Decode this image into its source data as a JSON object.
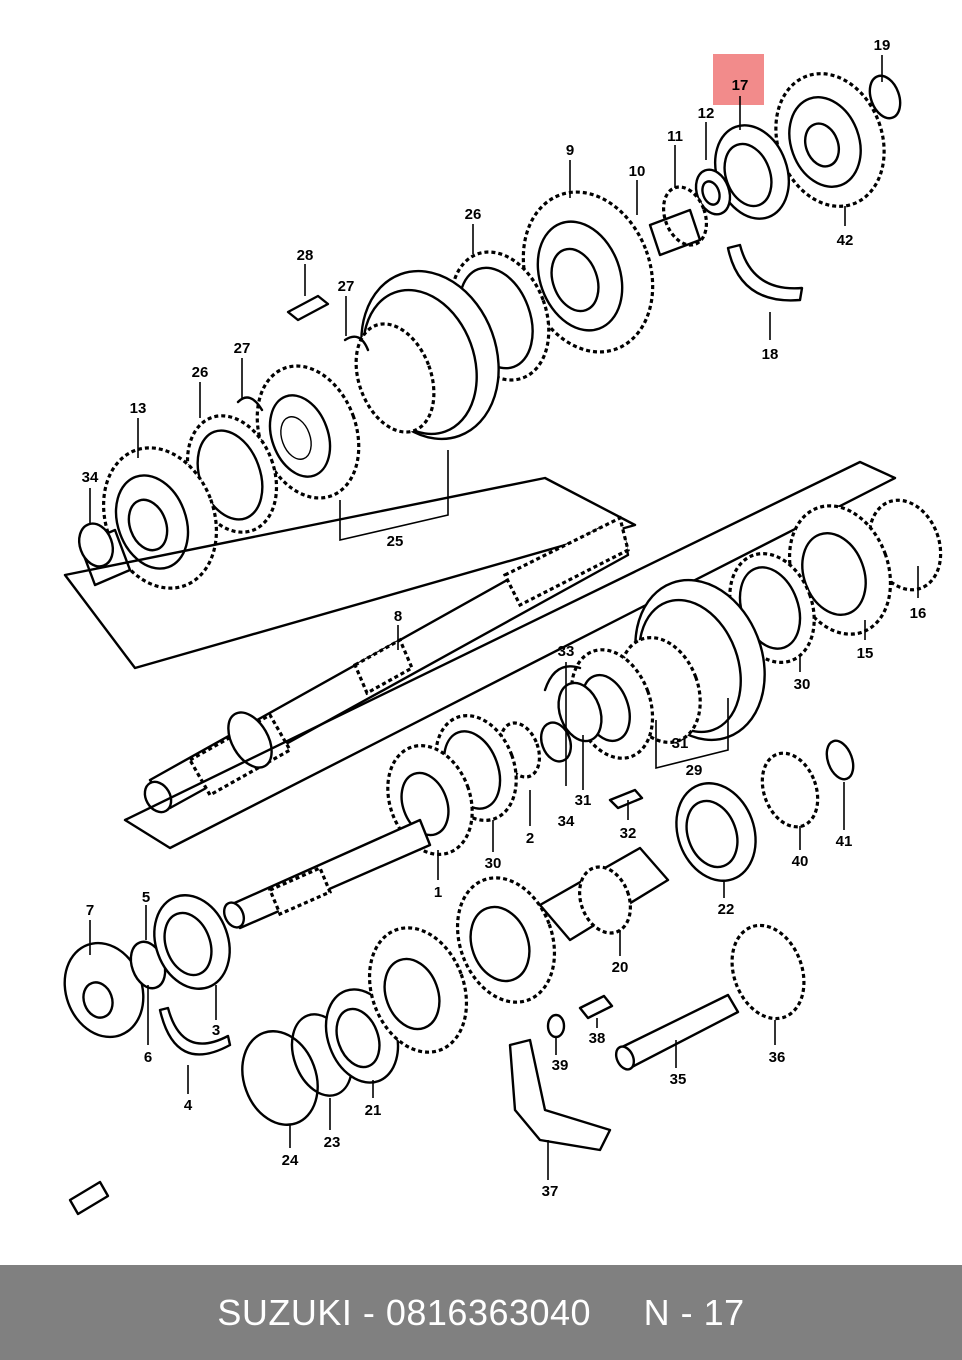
{
  "diagram": {
    "highlight_color": "#f28b8b",
    "highlighted_label": "17",
    "labels": {
      "l1": "1",
      "l2": "2",
      "l3": "3",
      "l4": "4",
      "l5": "5",
      "l6": "6",
      "l7": "7",
      "l8": "8",
      "l9": "9",
      "l10": "10",
      "l11": "11",
      "l12": "12",
      "l13": "13",
      "l15": "15",
      "l16": "16",
      "l17": "17",
      "l18": "18",
      "l19": "19",
      "l20": "20",
      "l21": "21",
      "l22": "22",
      "l23": "23",
      "l24": "24",
      "l25": "25",
      "l26a": "26",
      "l26b": "26",
      "l27a": "27",
      "l27b": "27",
      "l28": "28",
      "l29": "29",
      "l30a": "30",
      "l30b": "30",
      "l31a": "31",
      "l31b": "31",
      "l32": "32",
      "l33": "33",
      "l34a": "34",
      "l34b": "34",
      "l35": "35",
      "l36": "36",
      "l37": "37",
      "l38": "38",
      "l39": "39",
      "l40": "40",
      "l41": "41",
      "l42": "42"
    }
  },
  "footer": {
    "text": "SUZUKI - 0816363040     N - 17",
    "background": "#808080"
  }
}
